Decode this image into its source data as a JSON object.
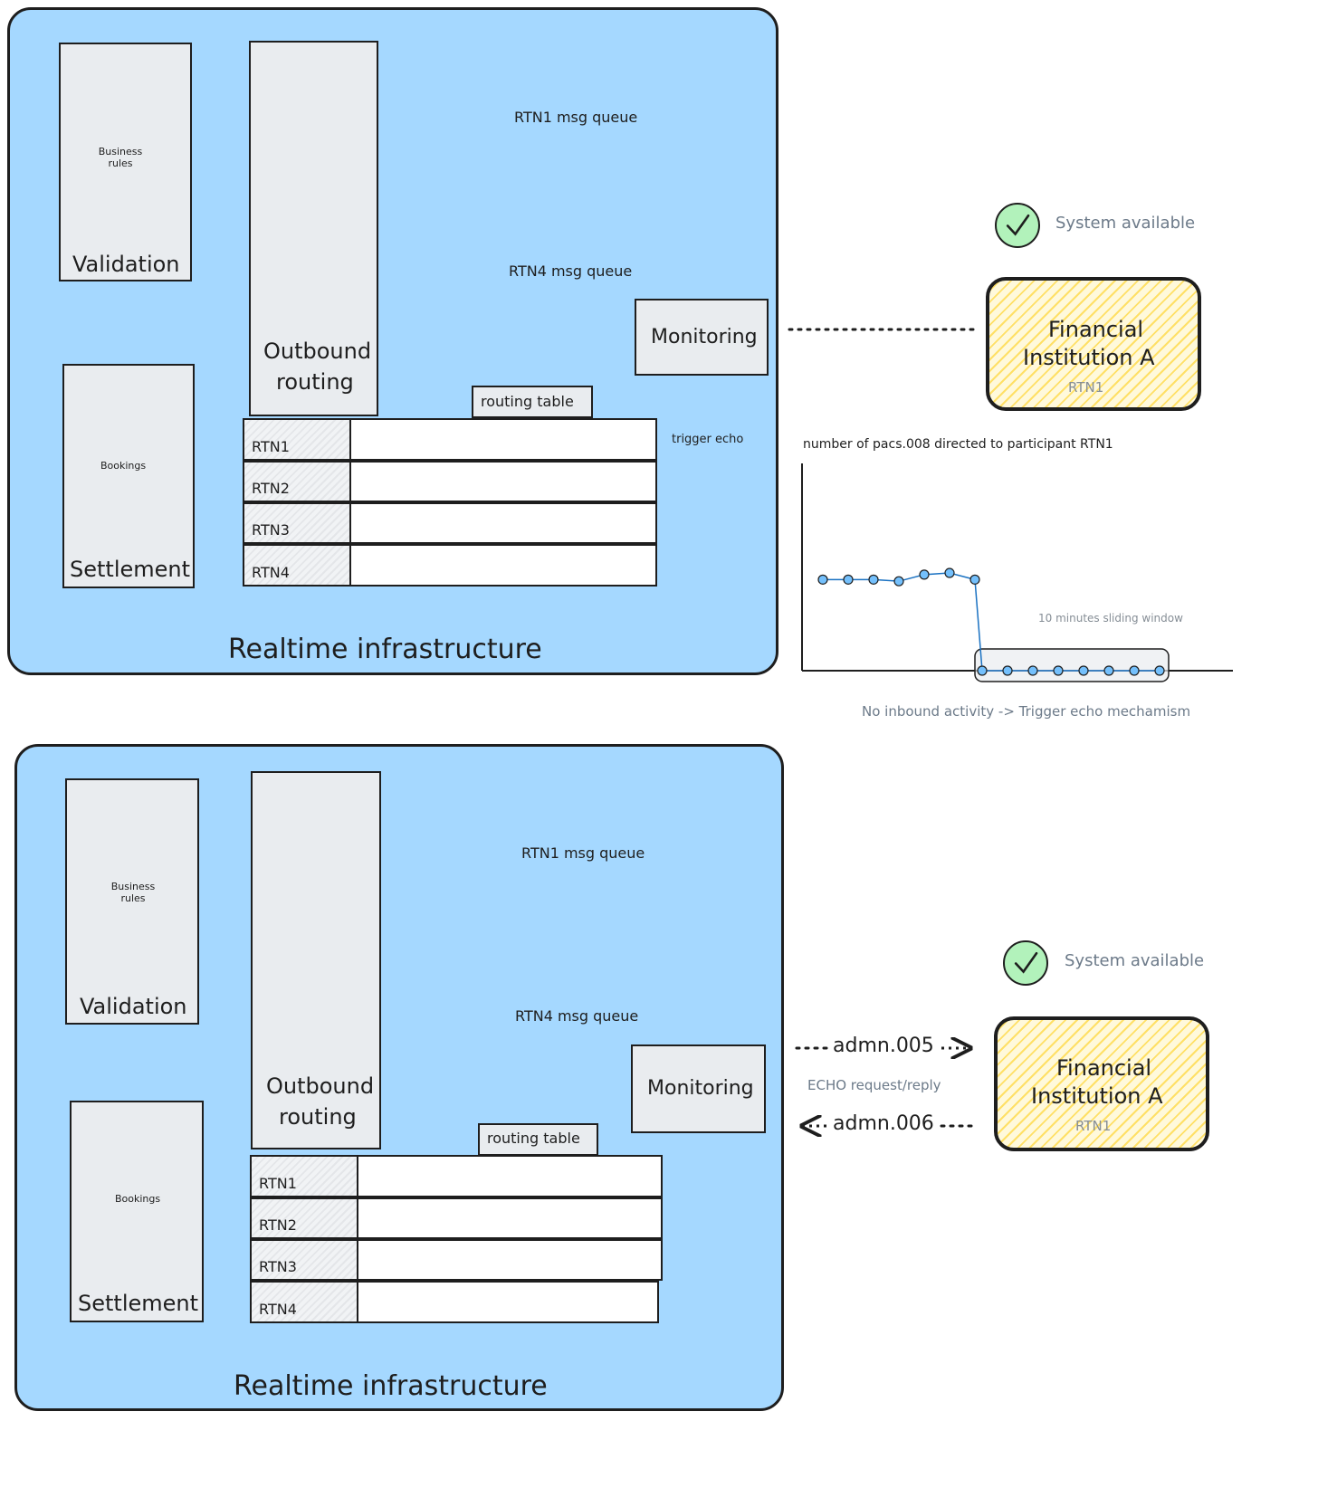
{
  "colors": {
    "panel": "#a5d8ff",
    "box": "#e9ecef",
    "ok": "#b2f2bb",
    "institution": "#ffec99",
    "chart_line": "#1971c2",
    "muted": "#868e96"
  },
  "top": {
    "validation": {
      "caption": "Business rules",
      "title": "Validation"
    },
    "settlement": {
      "caption": "Bookings",
      "title": "Settlement"
    },
    "routing": {
      "title_line1": "Outbound",
      "title_line2": "routing"
    },
    "queues": [
      {
        "label": "RTN1 msg queue"
      },
      {
        "label": "RTN4 msg queue"
      }
    ],
    "monitoring": "Monitoring",
    "trigger_echo": "trigger echo",
    "routing_table": {
      "title": "routing table",
      "rows": [
        {
          "key": "RTN1",
          "ok": true
        },
        {
          "key": "RTN2",
          "ok": true
        },
        {
          "key": "RTN3",
          "ok": true
        },
        {
          "key": "RTN4",
          "ok": true
        }
      ]
    },
    "infra_title": "Realtime infrastructure",
    "system_available": "System available",
    "institution": {
      "line1": "Financial",
      "line2": "Institution A",
      "id": "RTN1"
    }
  },
  "chart": {
    "title": "number of pacs.008 directed to participant RTN1",
    "window_label": "10 minutes sliding window",
    "note": "No inbound activity -> Trigger echo mechamism"
  },
  "chart_data": {
    "type": "line",
    "title": "number of pacs.008 directed to participant RTN1",
    "xlabel": "",
    "ylabel": "",
    "annotations": [
      "10 minutes sliding window",
      "No inbound activity -> Trigger echo mechamism"
    ],
    "grid": false,
    "series": [
      {
        "values": [
          0.55,
          0.55,
          0.55,
          0.54,
          0.58,
          0.59,
          0.55,
          0.0,
          0.0,
          0.0,
          0.0,
          0.0,
          0.0,
          0.0,
          0.0
        ]
      }
    ]
  },
  "bottom": {
    "validation": {
      "caption": "Business rules",
      "title": "Validation"
    },
    "settlement": {
      "caption": "Bookings",
      "title": "Settlement"
    },
    "routing": {
      "title_line1": "Outbound",
      "title_line2": "routing"
    },
    "queues": [
      {
        "label": "RTN1 msg queue"
      },
      {
        "label": "RTN4 msg queue"
      }
    ],
    "monitoring": "Monitoring",
    "routing_table": {
      "title": "routing table",
      "rows": [
        {
          "key": "RTN1",
          "ok": true
        },
        {
          "key": "RTN2",
          "ok": true
        },
        {
          "key": "RTN3",
          "ok": true
        },
        {
          "key": "RTN4",
          "ok": true
        }
      ]
    },
    "infra_title": "Realtime infrastructure",
    "echo": {
      "request": "admn.005",
      "caption": "ECHO request/reply",
      "reply": "admn.006"
    },
    "system_available": "System available",
    "institution": {
      "line1": "Financial",
      "line2": "Institution A",
      "id": "RTN1"
    }
  },
  "icons": [
    "gears-wrench-icon",
    "envelope-icon",
    "check-circle-icon",
    "routing-node-icon"
  ]
}
